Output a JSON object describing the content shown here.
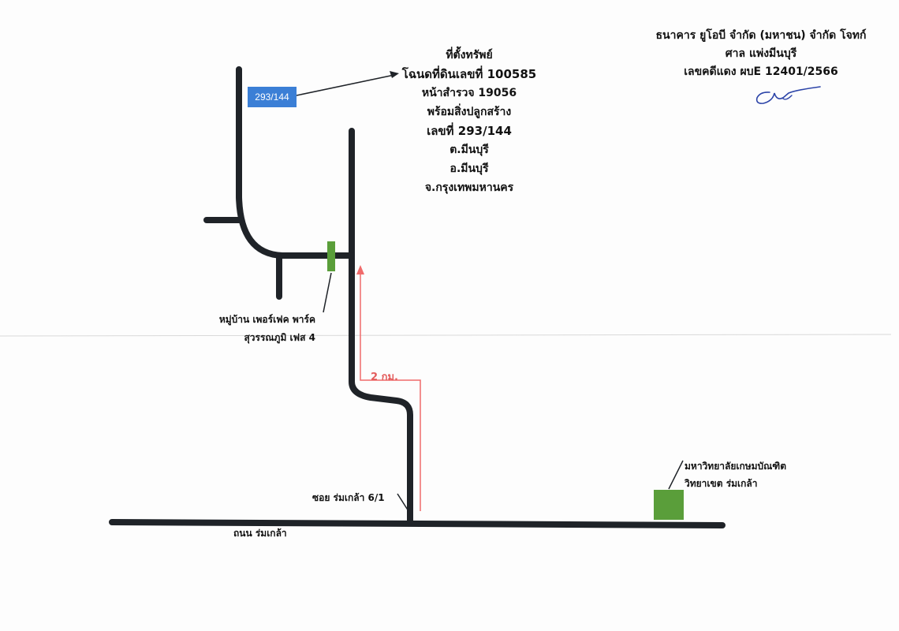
{
  "header": {
    "line1": "ธนาคาร ยูโอบี จำกัด (มหาชน) จำกัด  โจทก์",
    "line2": "ศาล แพ่งมีนบุรี",
    "line3": "เลขคดีแดง ผบE 12401/2566"
  },
  "property": {
    "title": "ที่ตั้งทรัพย์",
    "deed": "โฉนดที่ดินเลขที่  100585",
    "survey": "หน้าสำรวจ 19056",
    "building": "พร้อมสิ่งปลูกสร้าง",
    "house_no": "เลขที่  293/144",
    "subdistrict": "ต.มีนบุรี",
    "district": "อ.มีนบุรี",
    "province": "จ.กรุงเทพมหานคร"
  },
  "map": {
    "house_marker": "293/144",
    "village_line1": "หมู่บ้าน เพอร์เฟค พาร์ค",
    "village_line2": "สุวรรณภูมิ เฟส 4",
    "distance": "2 กม.",
    "soi": "ซอย ร่มเกล้า 6/1",
    "main_road": "ถนน ร่มเกล้า",
    "university_line1": "มหาวิทยาลัยเกษมบัณฑิต",
    "university_line2": "วิทยาเขต ร่มเกล้า"
  },
  "colors": {
    "road": "#1f2328",
    "route_arrow": "#f06b6b",
    "house_marker_bg": "#3b7fd6",
    "landmark_green": "#5a9e3a",
    "signature_ink": "#2c44a8"
  },
  "icons": {
    "signature": "handwritten-signature",
    "house_marker": "blue-label-marker",
    "village_gate": "green-rect-marker",
    "university": "green-square-marker"
  }
}
